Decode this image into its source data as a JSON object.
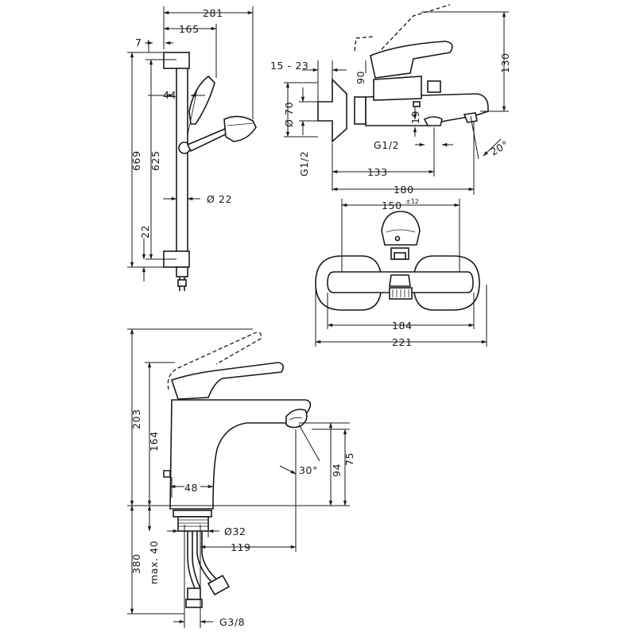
{
  "shower_set": {
    "dim_281": "281",
    "dim_165": "165",
    "dim_7": "7",
    "dim_44": "44",
    "dim_669": "669",
    "dim_625": "625",
    "dim_22_bottom": "22",
    "dim_dia22": "Ø 22"
  },
  "bath_mixer_side": {
    "dim_15_23": "15 - 23",
    "dim_90": "90",
    "dim_130": "130",
    "dim_dia70": "Ø 70",
    "dim_19": "19",
    "dim_g12_vertical": "G1/2",
    "dim_g12": "G1/2",
    "dim_20deg": "20°",
    "dim_133": "133",
    "dim_180": "180"
  },
  "bath_mixer_front": {
    "dim_150": "150",
    "dim_150_tol": "±12",
    "dim_184": "184",
    "dim_221": "221"
  },
  "basin_mixer": {
    "dim_203": "203",
    "dim_164": "164",
    "dim_48": "48",
    "dim_30deg": "30°",
    "dim_94": "94",
    "dim_75": "75",
    "dim_380": "380",
    "dim_max40": "max. 40",
    "dim_dia32": "Ø32",
    "dim_119": "119",
    "dim_g38": "G3/8"
  }
}
